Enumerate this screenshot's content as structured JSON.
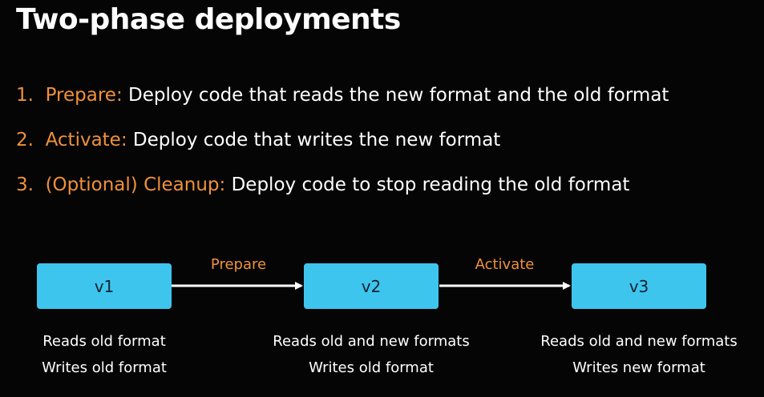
{
  "slide": {
    "title": "Two-phase deployments",
    "steps": [
      {
        "num": "1.",
        "label": "Prepare:",
        "text": "Deploy code that reads the new format and the old format"
      },
      {
        "num": "2.",
        "label": "Activate:",
        "text": "Deploy code that writes the new format"
      },
      {
        "num": "3.",
        "label": "(Optional) Cleanup:",
        "text": "Deploy code to stop reading the old format"
      }
    ],
    "diagram": {
      "boxes": [
        {
          "label": "v1",
          "reads": "Reads old format",
          "writes": "Writes old format"
        },
        {
          "label": "v2",
          "reads": "Reads old and new formats",
          "writes": "Writes old format"
        },
        {
          "label": "v3",
          "reads": "Reads old and new formats",
          "writes": "Writes new format"
        }
      ],
      "arrows": [
        {
          "label": "Prepare"
        },
        {
          "label": "Activate"
        }
      ]
    },
    "colors": {
      "background": "#050505",
      "accent": "#f0913a",
      "box": "#3ec5ee",
      "text": "#ffffff"
    }
  }
}
